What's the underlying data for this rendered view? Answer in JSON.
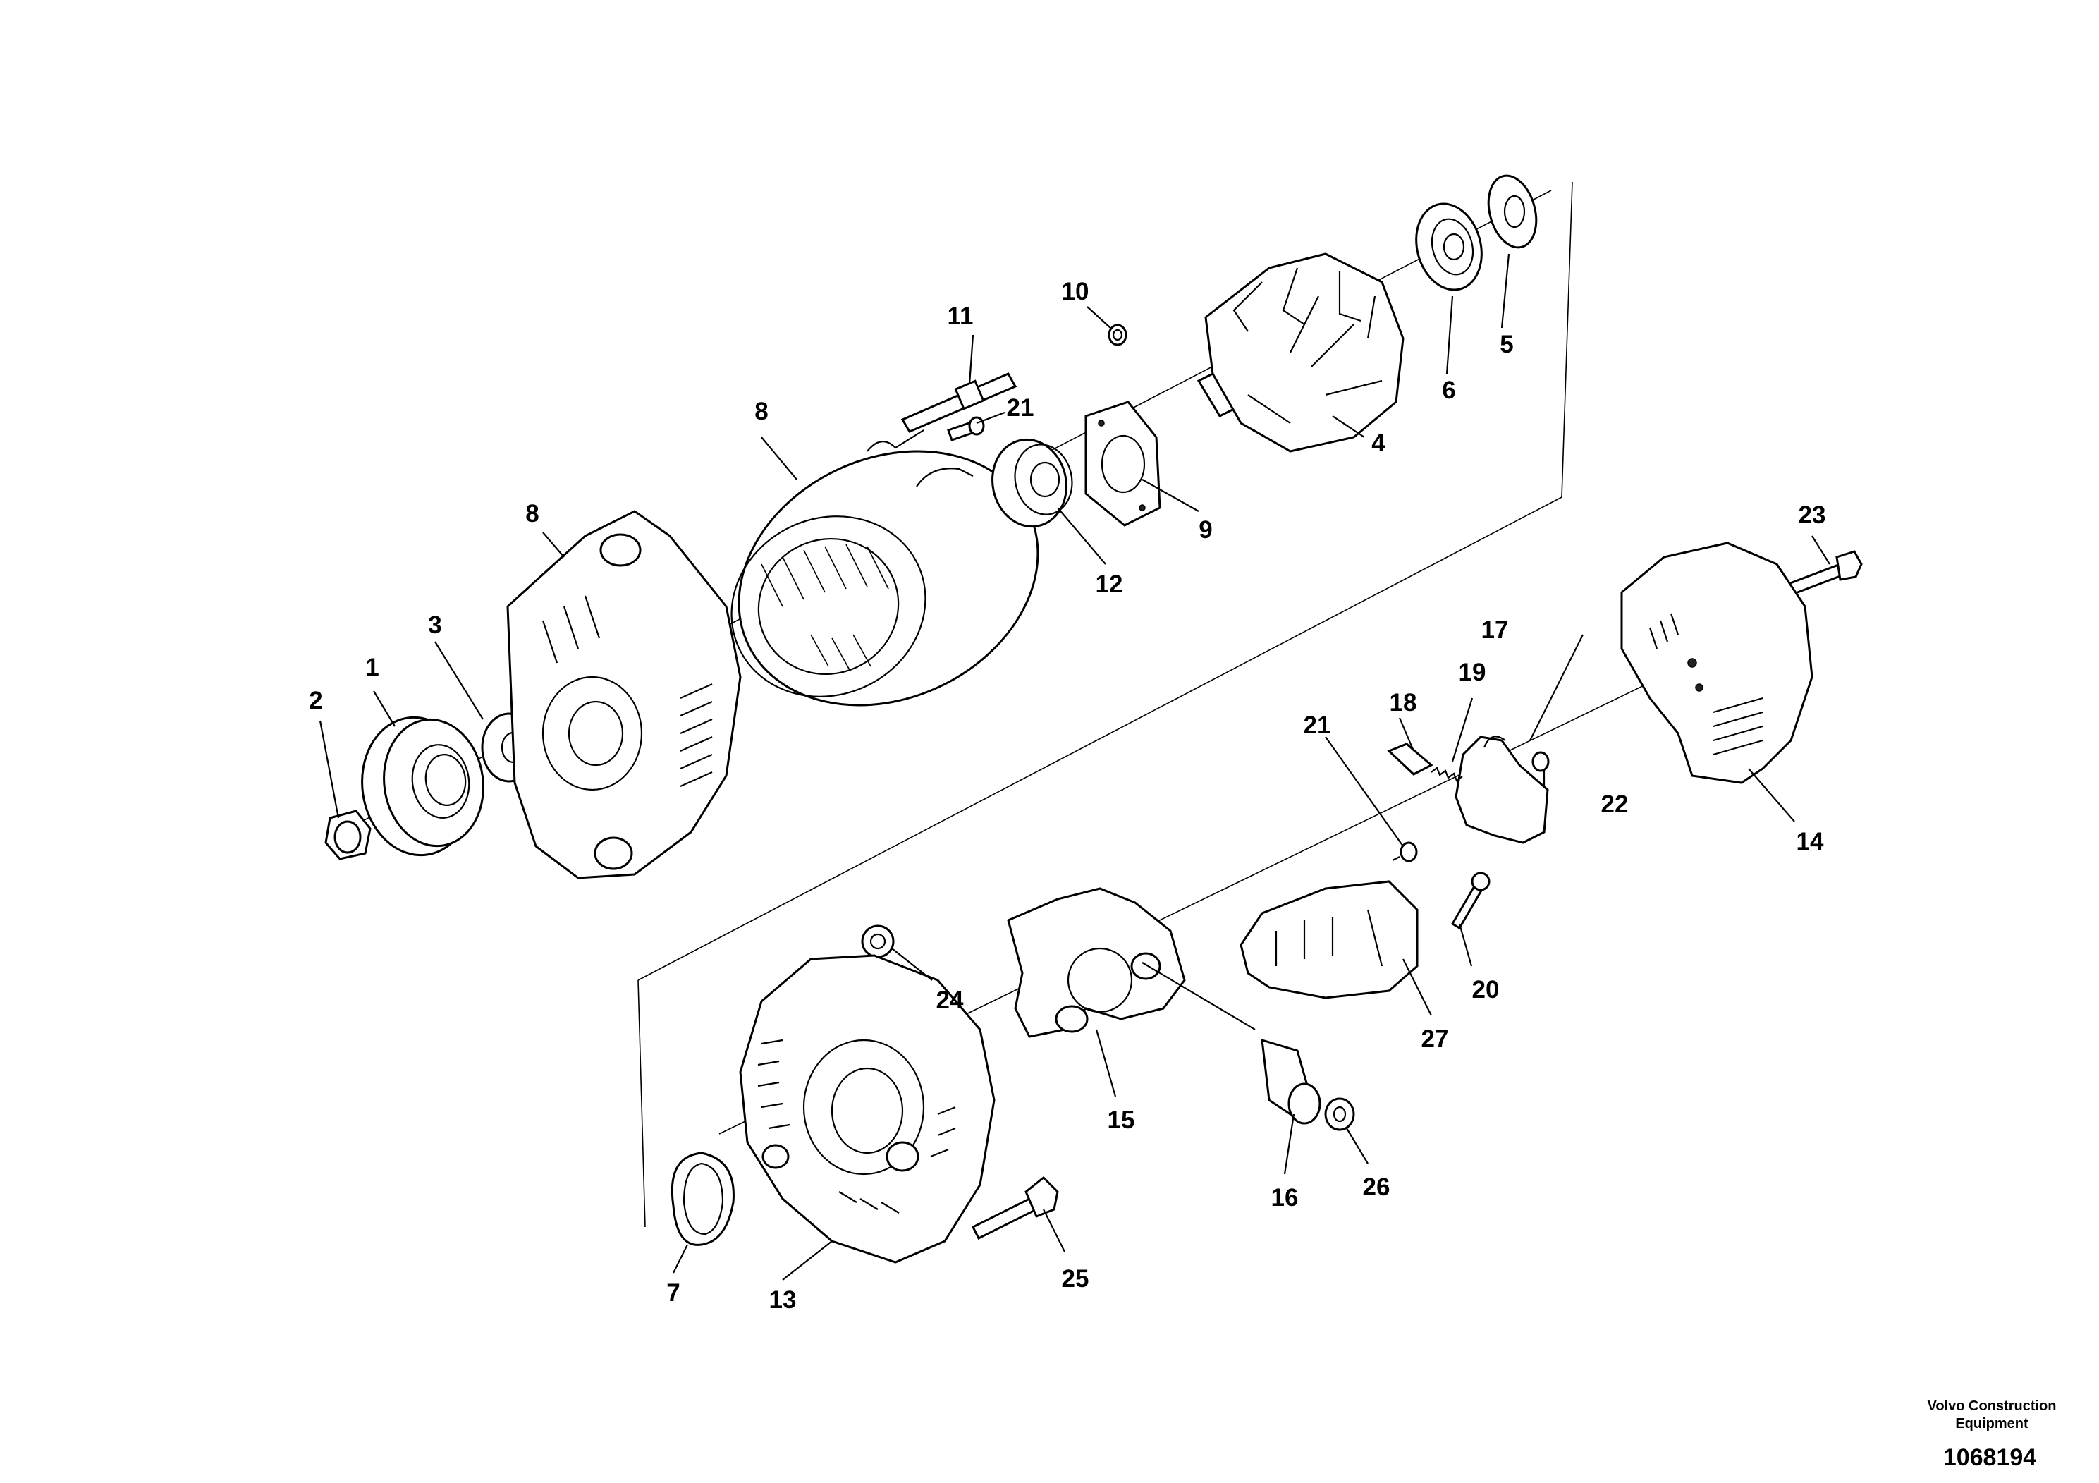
{
  "callouts": [
    "1",
    "2",
    "3",
    "4",
    "5",
    "6",
    "7",
    "8",
    "8",
    "9",
    "10",
    "11",
    "12",
    "13",
    "14",
    "15",
    "16",
    "17",
    "18",
    "19",
    "20",
    "21",
    "21",
    "22",
    "23",
    "24",
    "25",
    "26",
    "27"
  ],
  "footer": {
    "company_line1": "Volvo Construction",
    "company_line2": "Equipment",
    "figure_number": "1068194"
  }
}
